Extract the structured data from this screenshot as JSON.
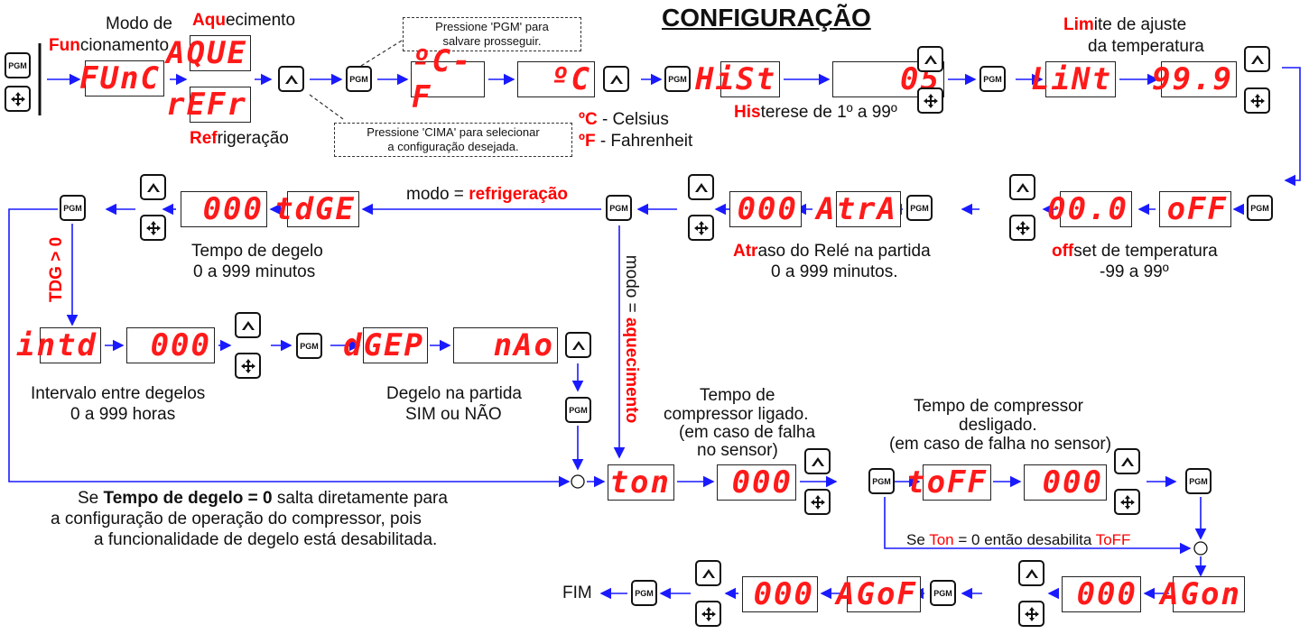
{
  "title": "CONFIGURAÇÃO",
  "labels": {
    "modo_de": "Modo de",
    "fun_red": "Fun",
    "fun_rest": "cionamento",
    "aqu_red": "Aqu",
    "aqu_rest": "ecimento",
    "ref_red": "Ref",
    "ref_rest": "rigeração",
    "tip_pgm_1": "Pressione 'PGM' para",
    "tip_pgm_2": "salvare prosseguir.",
    "tip_cima_1": "Pressione 'CIMA' para selecionar",
    "tip_cima_2": "a configuração desejada.",
    "c_red": "ºC",
    "c_rest": " - Celsius",
    "f_red": "ºF",
    "f_rest": " - Fahrenheit",
    "his_red": "His",
    "his_rest": "terese de 1º a 99º",
    "lim_red": "Lim",
    "lim_rest": "ite de ajuste",
    "lim_line2": "da temperatura",
    "mode_refrig_pre": "modo = ",
    "mode_refrig_red": "refrigeração",
    "mode_aquec_pre": "modo = ",
    "mode_aquec_red": "aquecimento",
    "tdg": "TDG > 0",
    "tdge_1": "Tempo de degelo",
    "tdge_2": "0 a 999 minutos",
    "atr_red": "Atr",
    "atr_rest": "aso do Relé na partida",
    "atr_2": "0 a 999 minutos.",
    "off_red": "off",
    "off_rest": "set de temperatura",
    "off_2": "-99 a 99º",
    "intd_1": "Intervalo entre degelos",
    "intd_2": "0 a 999 horas",
    "dgep_1": "Degelo na partida",
    "dgep_2": "SIM ou NÃO",
    "ton_1": "Tempo de",
    "ton_2": "compressor ligado.",
    "ton_3": "(em caso de falha",
    "ton_4": "no sensor)",
    "toff_1": "Tempo de compressor",
    "toff_2": "desligado.",
    "toff_3": "(em caso de falha no sensor)",
    "skip_1_pre": "Se ",
    "skip_1_bold": "Tempo de degelo = 0",
    "skip_1_rest": " salta diretamente para",
    "skip_2": "a configuração de operação do compressor, pois",
    "skip_3": "a funcionalidade de degelo está desabilitada.",
    "se_ton_pre": "Se ",
    "se_ton_red": "Ton",
    "se_ton_mid": " = 0 então desabilita ",
    "se_ton_red2": "ToFF",
    "fim": "FIM"
  },
  "buttons": {
    "pgm": "PGM"
  },
  "displays": {
    "func": "FUnC",
    "aque": "AQUE",
    "refr": "rEFr",
    "cf": "ºC-F",
    "c": "ºC",
    "hist": "HiSt",
    "d05": "05",
    "lint": "LiNt",
    "d999": "99.9",
    "tdge": "tdGE",
    "d000a": "000",
    "atra": "AtrA",
    "d000b": "000",
    "off": "oFF",
    "d000c": "00.0",
    "intd": "intd",
    "d000d": "000",
    "dgep": "dGEP",
    "nao": "nAo",
    "ton": "ton",
    "d000e": "000",
    "toff": "toFF",
    "d000f": "000",
    "agon": "AGon",
    "d000g": "000",
    "agof": "AGoF",
    "d000h": "000"
  },
  "colors": {
    "accent": "#ff0000",
    "flow": "#1a1aff"
  }
}
